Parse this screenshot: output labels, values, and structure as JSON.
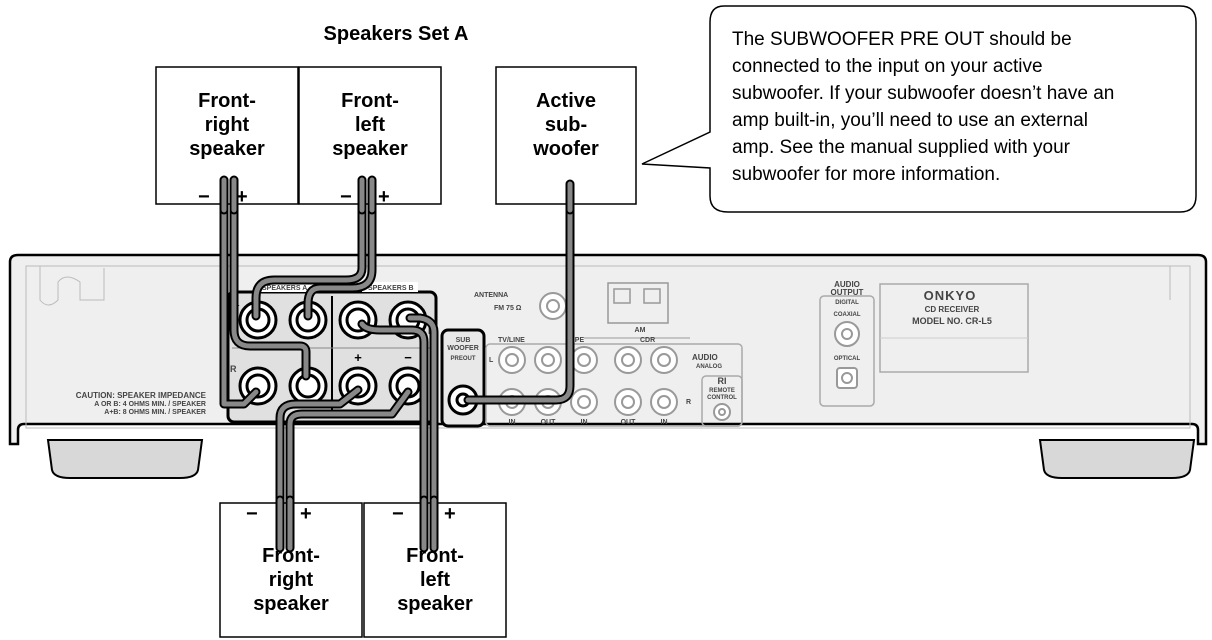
{
  "speakers_set_title": "Speakers Set A",
  "boxes": {
    "top_front_right": [
      "Front-",
      "right",
      "speaker"
    ],
    "top_front_left": [
      "Front-",
      "left",
      "speaker"
    ],
    "subwoofer": [
      "Active",
      "sub-",
      "woofer"
    ],
    "bottom_front_right": [
      "Front-",
      "right",
      "speaker"
    ],
    "bottom_front_left": [
      "Front-",
      "left",
      "speaker"
    ]
  },
  "polarity": {
    "minus": "−",
    "plus": "+"
  },
  "callout": [
    "The SUBWOOFER PRE OUT should be",
    "connected to the input on your active",
    "subwoofer. If your subwoofer doesn’t have an",
    "amp built-in, you’ll need to use an external",
    "amp. See the manual supplied with your",
    "subwoofer for more information."
  ],
  "panel": {
    "speakers_a": "SPEAKERS A",
    "speakers_b": "SPEAKERS B",
    "ch_l": "L",
    "ch_r": "R",
    "term_plus": "+",
    "term_minus": "−",
    "caution": [
      "CAUTION: SPEAKER IMPEDANCE",
      "A OR B: 4 OHMS MIN. / SPEAKER",
      "A+B: 8 OHMS MIN. / SPEAKER"
    ],
    "sub_woofer": [
      "SUB",
      "WOOFER",
      "PREOUT"
    ],
    "antenna": "ANTENNA",
    "fm": "FM 75 Ω",
    "am": "AM",
    "tv_line": "TV/LINE",
    "tape": "TAPE",
    "cdr": "CDR",
    "in": "IN",
    "out": "OUT",
    "audio_analog": [
      "AUDIO",
      "ANALOG"
    ],
    "remote": [
      "RI",
      "REMOTE",
      "CONTROL"
    ],
    "audio_output": [
      "AUDIO",
      "OUTPUT",
      "DIGITAL"
    ],
    "coaxial": "COAXIAL",
    "optical": "OPTICAL",
    "brand": "ONKYO",
    "cd_receiver": "CD RECEIVER",
    "model": "MODEL NO. CR-L5"
  }
}
